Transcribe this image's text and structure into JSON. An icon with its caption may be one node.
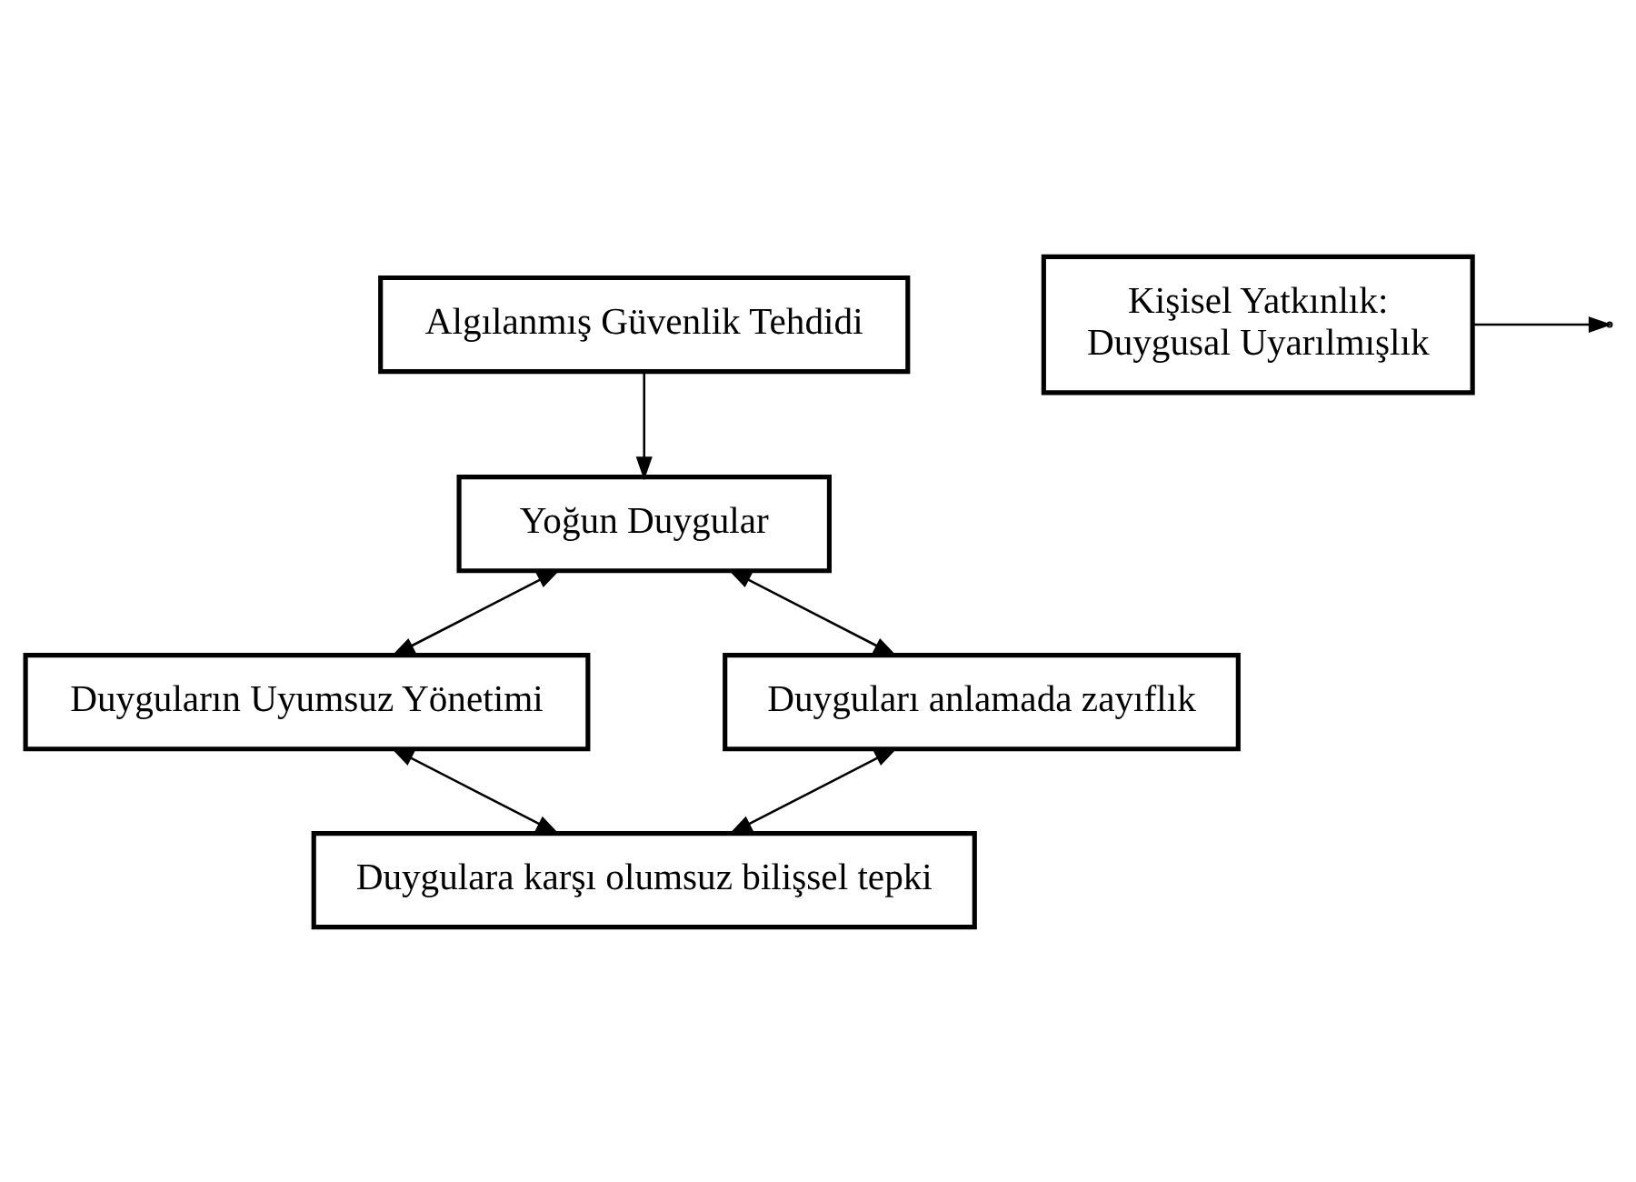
{
  "diagram": {
    "nodes": [
      {
        "text": [
          "Algılanmış Güvenlik Tehdidi"
        ]
      },
      {
        "text": [
          "Kişisel Yatkınlık:",
          "Duygusal Uyarılmışlık"
        ]
      },
      {
        "text": [
          "Yoğun Duygular"
        ]
      },
      {
        "text": [
          "Duyguların Uyumsuz Yönetimi"
        ]
      },
      {
        "text": [
          "Duyguları anlamada zayıflık"
        ]
      },
      {
        "text": [
          "Duygulara karşı olumsuz bilişsel tepki"
        ]
      }
    ],
    "edges": [
      {
        "from": 0,
        "to": 2,
        "arrow": "to"
      },
      {
        "from": 1,
        "to": null,
        "arrow": "to"
      },
      {
        "from": 2,
        "to": 3,
        "arrow": "both"
      },
      {
        "from": 2,
        "to": 4,
        "arrow": "both"
      },
      {
        "from": 3,
        "to": 5,
        "arrow": "both"
      },
      {
        "from": 4,
        "to": 5,
        "arrow": "both"
      }
    ]
  }
}
